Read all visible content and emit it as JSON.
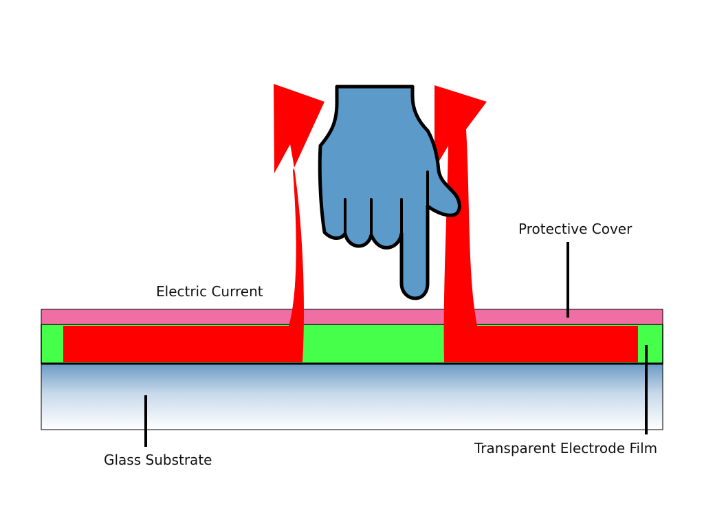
{
  "labels": {
    "protective_cover": "Protective Cover",
    "electric_current": "Electric Current",
    "glass_substrate": "Glass Substrate",
    "transparent_electrode_film": "Transparent Electrode Film"
  },
  "colors": {
    "protective_cover": "#ef6fa4",
    "electrode_film": "#45ff4a",
    "current_arrow": "#ff0000",
    "hand": "#5b9ac9",
    "outline": "#000000",
    "glass_top": "#6b99c4",
    "glass_bottom": "#ffffff"
  },
  "icons": {
    "hand": "pointing-hand-icon",
    "arrows": "curved-arrow-icon"
  }
}
